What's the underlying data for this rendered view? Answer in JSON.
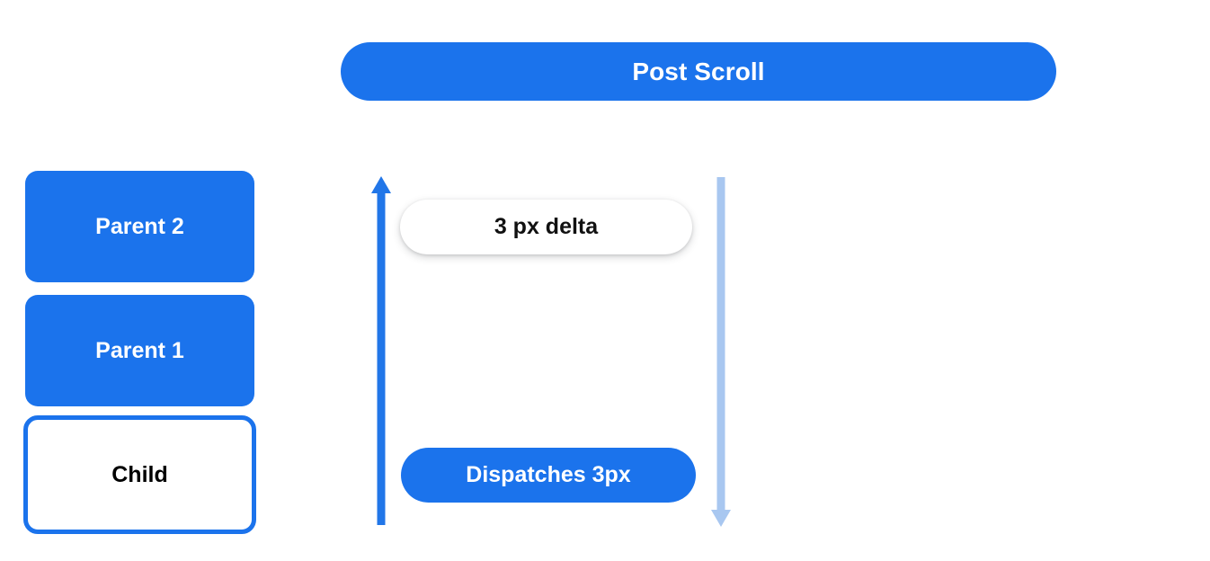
{
  "header": {
    "title": "Post Scroll"
  },
  "boxes": [
    {
      "label": "Parent 2",
      "style": "filled"
    },
    {
      "label": "Parent 1",
      "style": "filled"
    },
    {
      "label": "Child",
      "style": "outlined"
    }
  ],
  "annotations": {
    "delta_pill": "3 px delta",
    "dispatch_pill": "Dispatches 3px"
  },
  "arrows": [
    {
      "name": "scroll-up-arrow",
      "direction": "up",
      "color": "#2176e8"
    },
    {
      "name": "scroll-down-arrow",
      "direction": "down",
      "color": "#a8c7f0"
    }
  ],
  "colors": {
    "brand_blue": "#1b73ec",
    "arrow_blue": "#2176e8",
    "arrow_light_blue": "#a8c7f0",
    "background": "#ffffff",
    "text_on_blue": "#ffffff",
    "text_dark": "#000000"
  }
}
